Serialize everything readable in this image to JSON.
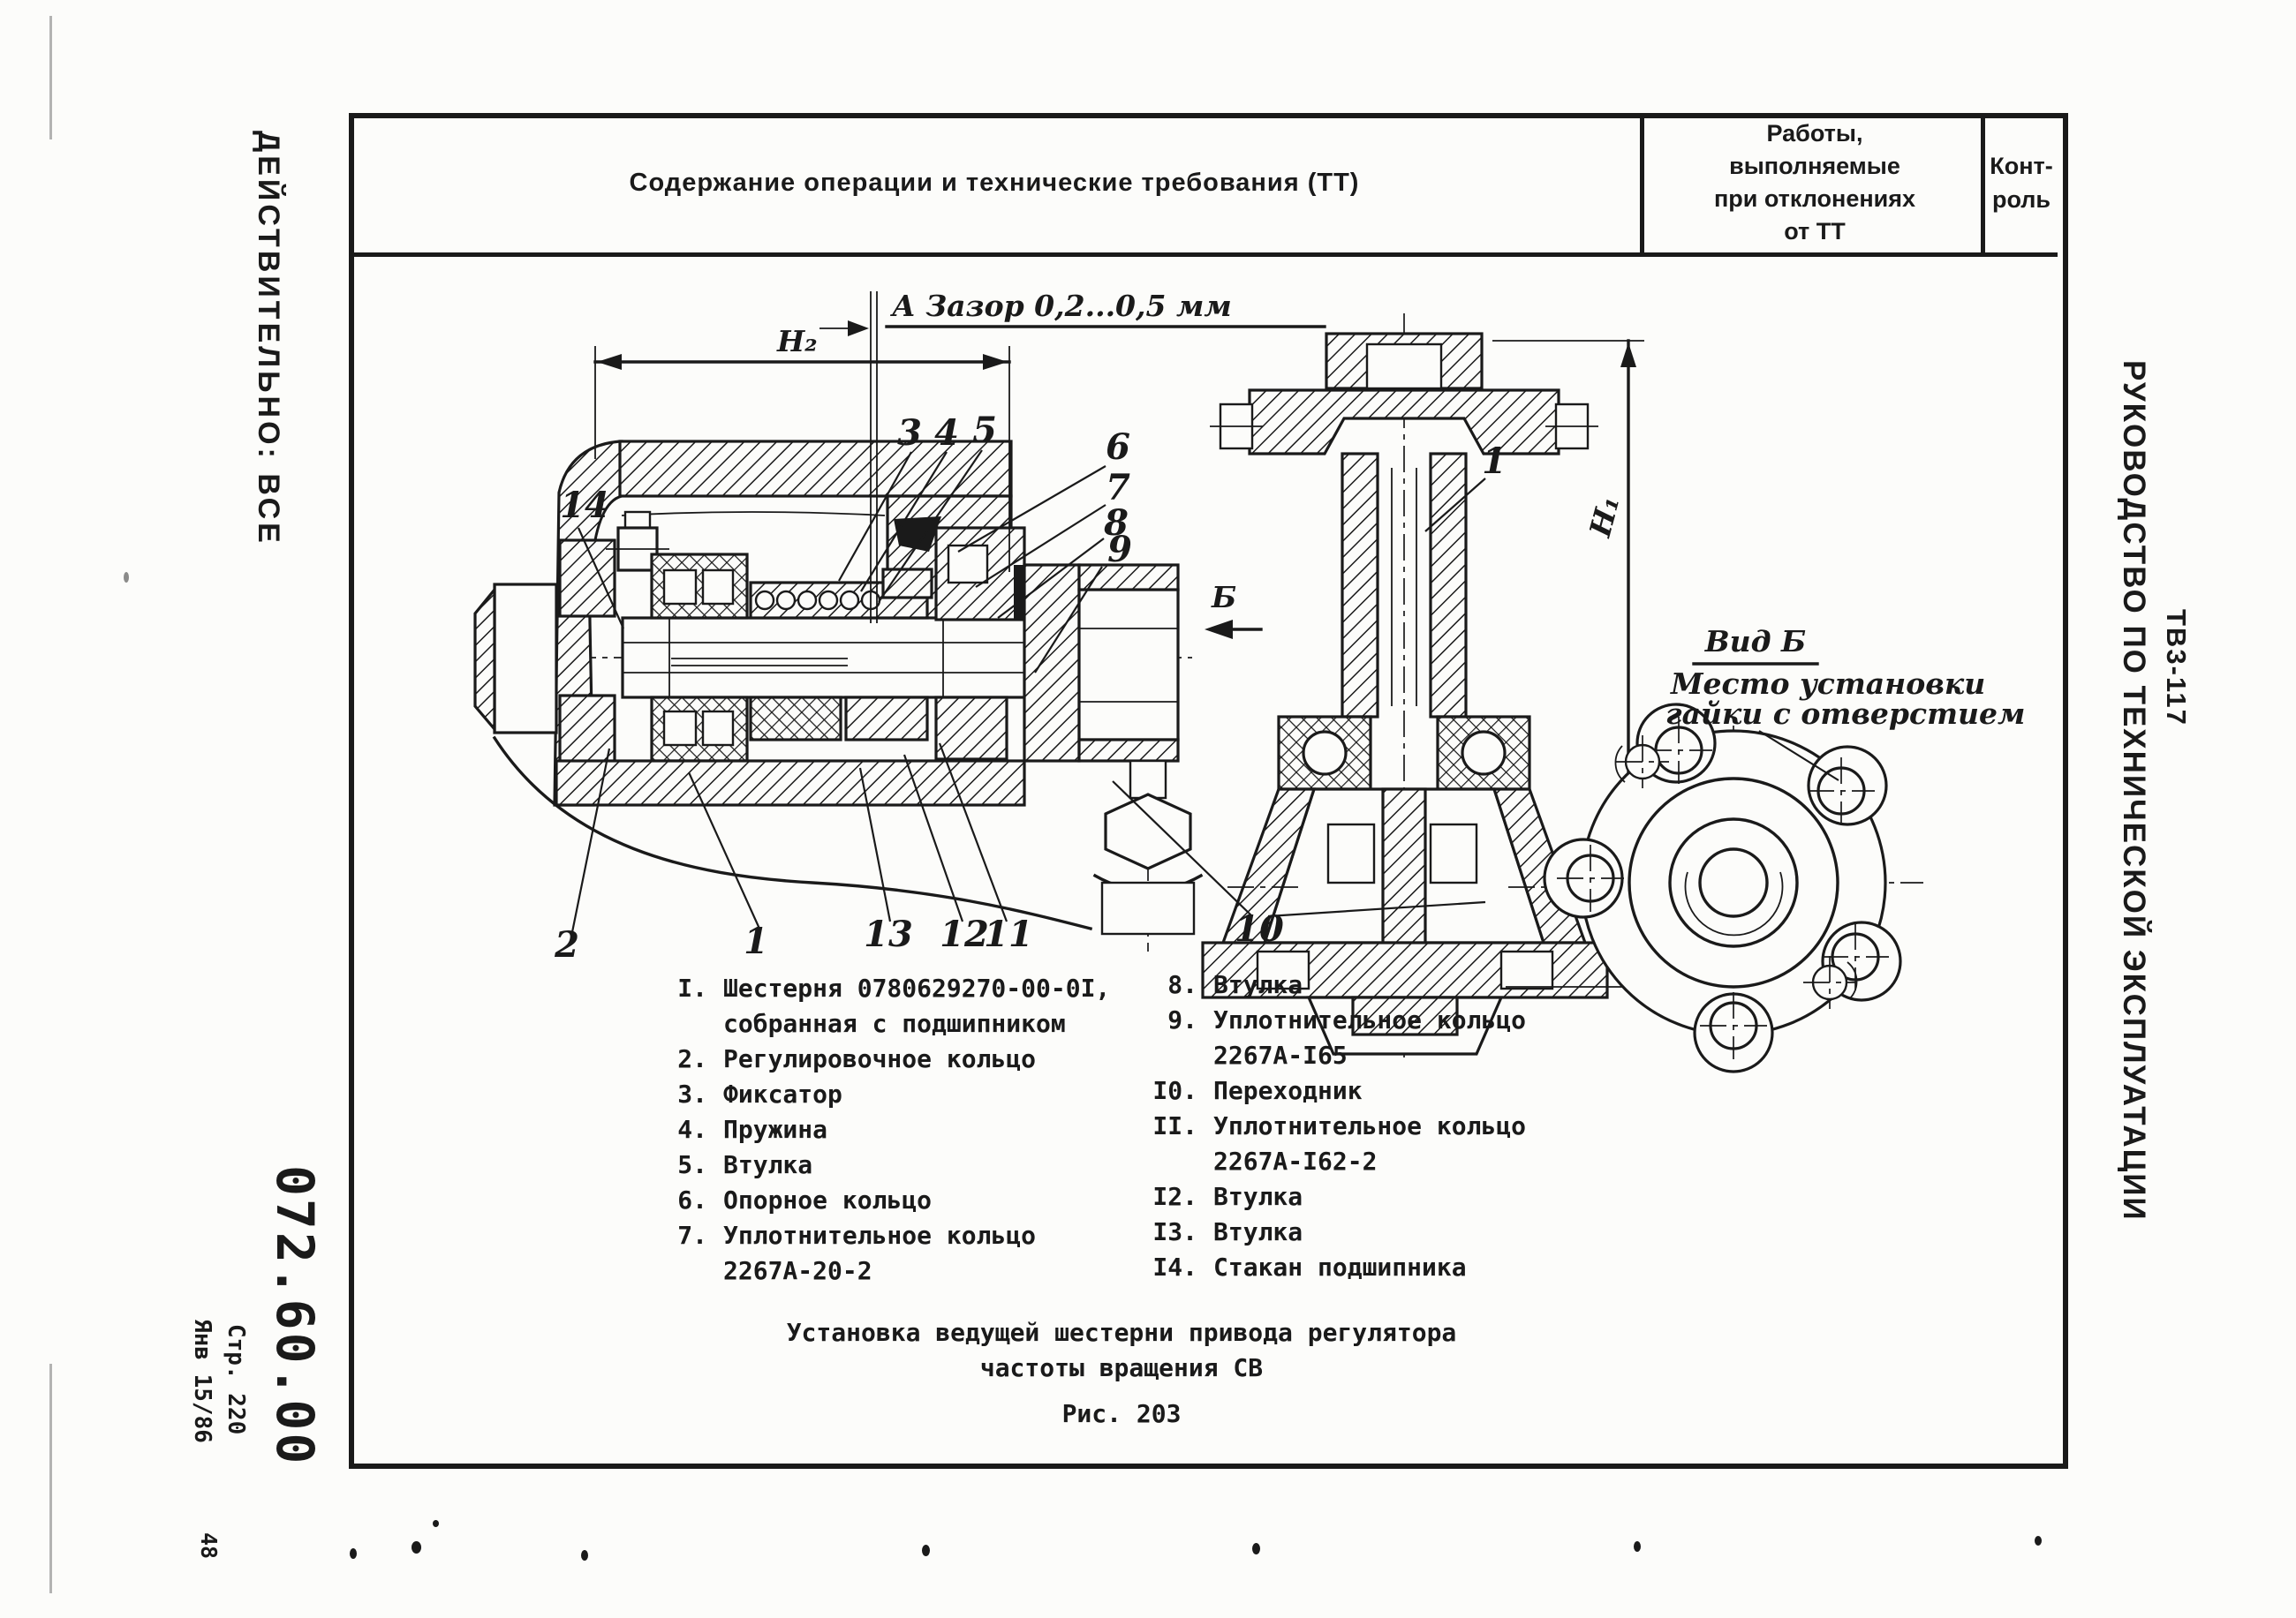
{
  "header": {
    "col_content": "Содержание операции и технические требования (ТТ)",
    "col_deviation_lines": [
      "Работы,",
      "выполняемые",
      "при отклонениях",
      "от ТТ"
    ],
    "col_control_lines": [
      "Конт-",
      "роль"
    ]
  },
  "margins": {
    "stamp_left": "ДЕЙСТВИТЕЛЬНО:  ВСЕ",
    "side_code": "ТВ3-117",
    "side_title": "РУКОВОДСТВО  ПО  ТЕХНИЧЕСКОЙ  ЭКСПЛУАТАЦИИ",
    "doc_number": "072.60.00",
    "page_label": "Стр. 220",
    "date_label": "Янв 15/86",
    "corner_mark": "48"
  },
  "figure": {
    "gap_note": "А  Зазор 0,2...0,5 мм",
    "dim_h2": "H₂",
    "dim_h1": "H₁",
    "view_arrow_label": "Б",
    "view_label": "Вид Б",
    "view_note_line1": "Место установки",
    "view_note_line2": "гайки с отверстием",
    "callouts": [
      {
        "label": "14"
      },
      {
        "label": "3"
      },
      {
        "label": "4"
      },
      {
        "label": "5"
      },
      {
        "label": "6"
      },
      {
        "label": "7"
      },
      {
        "label": "8"
      },
      {
        "label": "9"
      },
      {
        "label": "2"
      },
      {
        "label": "1"
      },
      {
        "label": "13"
      },
      {
        "label": "12"
      },
      {
        "label": "11"
      },
      {
        "label": "10"
      },
      {
        "label": "1"
      }
    ]
  },
  "parts_list": {
    "left": [
      {
        "num": "I.",
        "line1": "Шестерня 0780629270-00-0I,",
        "line2": "собранная с подшипником"
      },
      {
        "num": "2.",
        "line1": "Регулировочное кольцо",
        "line2": ""
      },
      {
        "num": "3.",
        "line1": "Фиксатор",
        "line2": ""
      },
      {
        "num": "4.",
        "line1": "Пружина",
        "line2": ""
      },
      {
        "num": "5.",
        "line1": "Втулка",
        "line2": ""
      },
      {
        "num": "6.",
        "line1": "Опорное кольцо",
        "line2": ""
      },
      {
        "num": "7.",
        "line1": "Уплотнительное кольцо",
        "line2": "2267А-20-2"
      }
    ],
    "right": [
      {
        "num": "8.",
        "line1": "Втулка",
        "line2": ""
      },
      {
        "num": "9.",
        "line1": "Уплотнительное кольцо",
        "line2": "2267А-I65"
      },
      {
        "num": "I0.",
        "line1": "Переходник",
        "line2": ""
      },
      {
        "num": "II.",
        "line1": "Уплотнительное кольцо",
        "line2": "2267А-I62-2"
      },
      {
        "num": "I2.",
        "line1": "Втулка",
        "line2": ""
      },
      {
        "num": "I3.",
        "line1": "Втулка",
        "line2": ""
      },
      {
        "num": "I4.",
        "line1": "Стакан подшипника",
        "line2": ""
      }
    ]
  },
  "caption": {
    "line1": "Установка ведущей шестерни привода регулятора",
    "line2": "частоты вращения СВ",
    "figure_number": "Рис. 203"
  }
}
